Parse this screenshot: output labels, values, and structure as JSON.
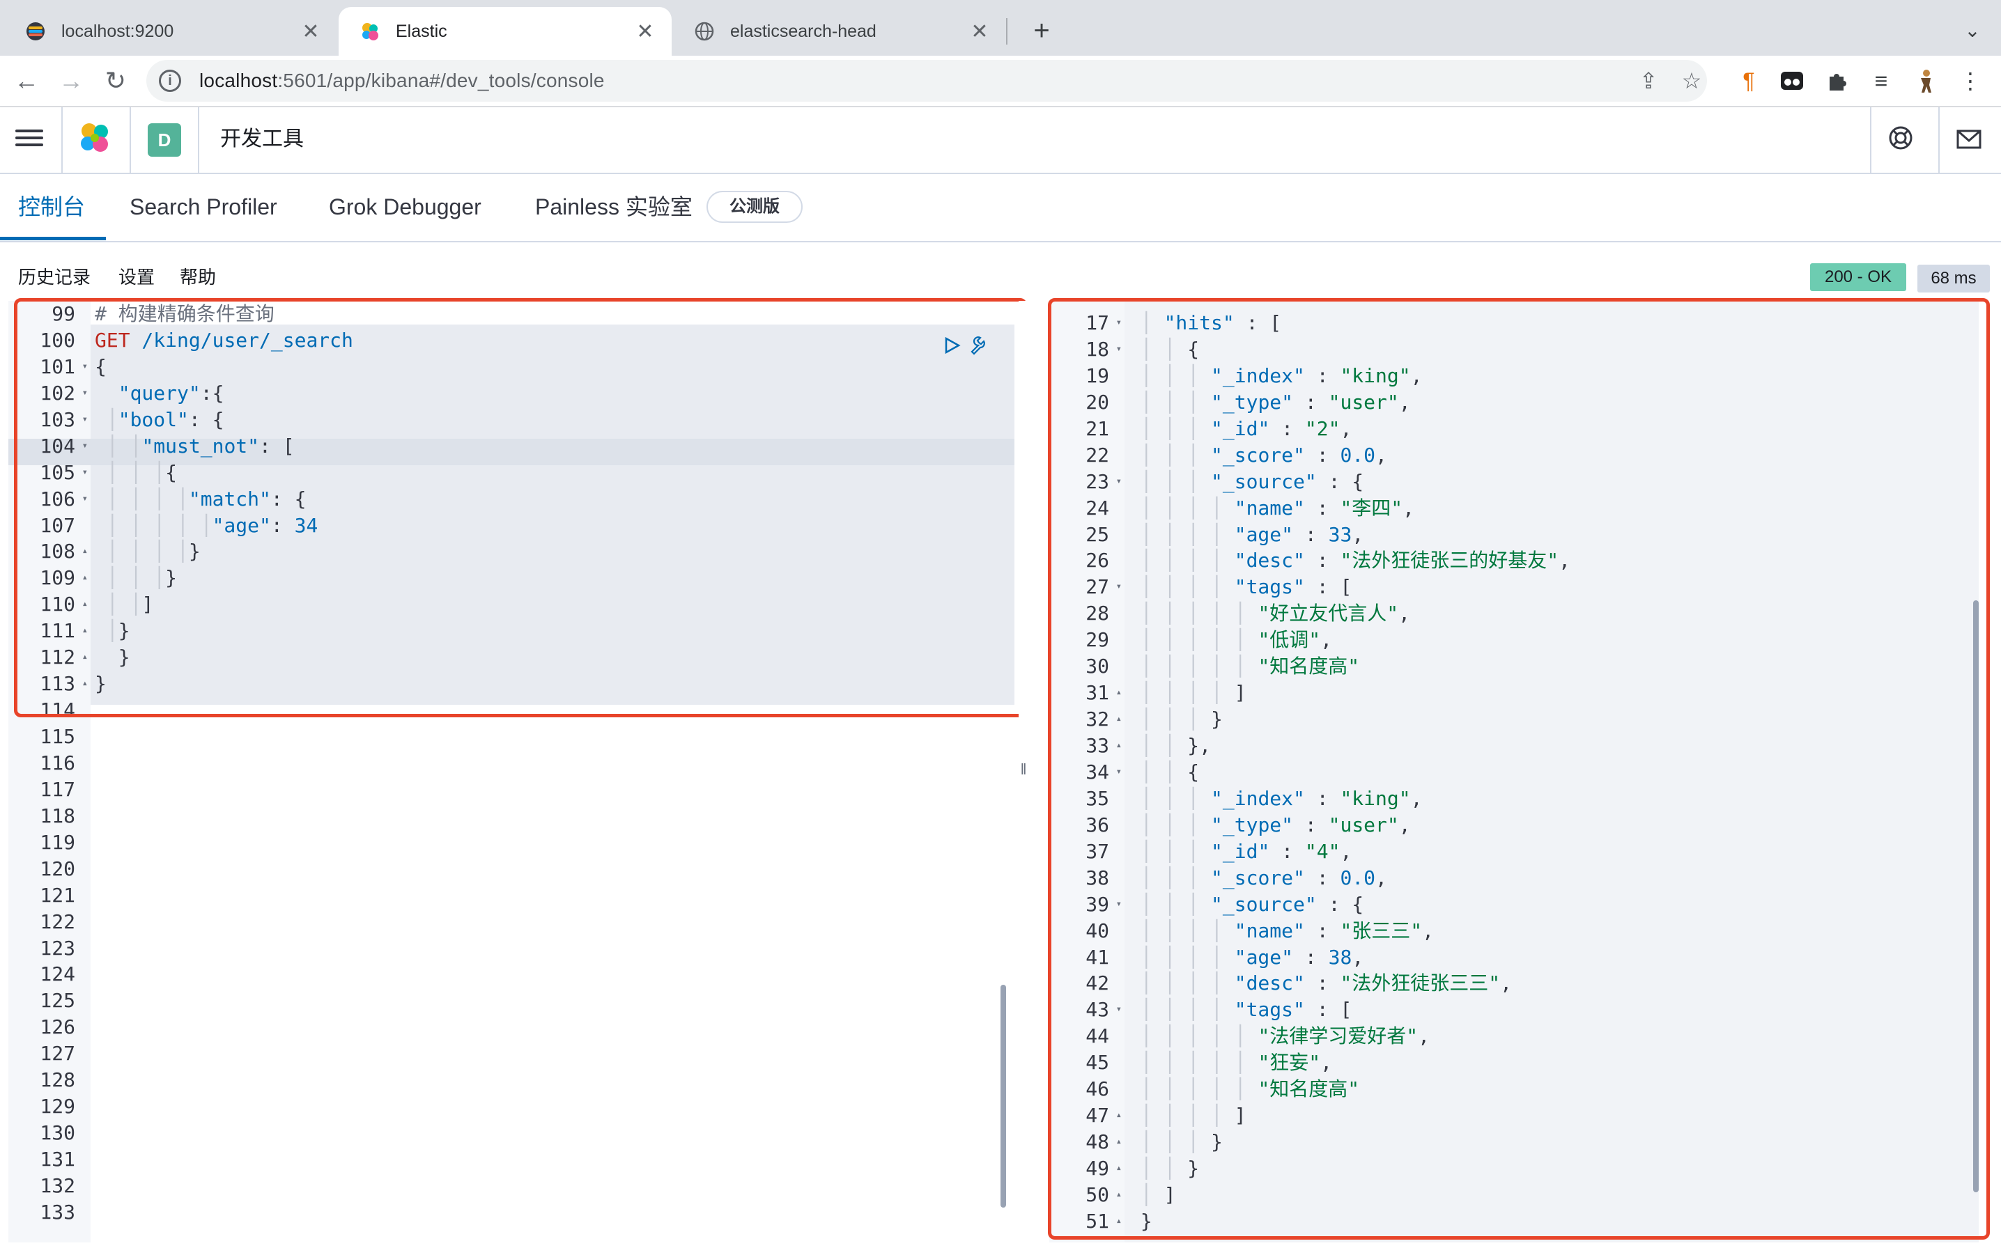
{
  "browser": {
    "tabs": [
      {
        "title": "localhost:9200",
        "favicon": "elastic-stack-icon"
      },
      {
        "title": "Elastic",
        "favicon": "elastic-logo-icon"
      },
      {
        "title": "elasticsearch-head",
        "favicon": "globe-icon"
      }
    ],
    "url_host": "localhost",
    "url_rest": ":5601/app/kibana#/dev_tools/console"
  },
  "header": {
    "space_initial": "D",
    "app_title": "开发工具"
  },
  "devtools_tabs": [
    {
      "label": "控制台"
    },
    {
      "label": "Search Profiler"
    },
    {
      "label": "Grok Debugger"
    },
    {
      "label": "Painless 实验室"
    }
  ],
  "beta_badge": "公测版",
  "console_menu": {
    "history": "历史记录",
    "settings": "设置",
    "help": "帮助"
  },
  "response_status": {
    "status": "200 - OK",
    "time": "68 ms"
  },
  "colors": {
    "accent": "#006bb4",
    "highlight_border": "#e8442a",
    "status_ok": "#6dccb1"
  },
  "request_editor": {
    "line_start": 99,
    "line_end": 133,
    "lines": [
      {
        "n": "99",
        "fold": "",
        "guides": "",
        "tokens": [
          [
            "c",
            "# 构建精确条件查询"
          ]
        ]
      },
      {
        "n": "100",
        "fold": "",
        "guides": "",
        "tokens": [
          [
            "m",
            "GET"
          ],
          [
            "k",
            " /king/user/_search"
          ]
        ]
      },
      {
        "n": "101",
        "fold": "▾",
        "guides": "",
        "tokens": [
          [
            "p",
            "{"
          ]
        ]
      },
      {
        "n": "102",
        "fold": "▾",
        "guides": "  ",
        "tokens": [
          [
            "k",
            "\"query\""
          ],
          [
            "p",
            ":{"
          ]
        ]
      },
      {
        "n": "103",
        "fold": "▾",
        "guides": " │",
        "tokens": [
          [
            "k",
            "\"bool\""
          ],
          [
            "p",
            ": {"
          ]
        ]
      },
      {
        "n": "104",
        "fold": "▾",
        "guides": " │ │",
        "tokens": [
          [
            "k",
            "\"must_not\""
          ],
          [
            "p",
            ": ["
          ]
        ]
      },
      {
        "n": "105",
        "fold": "▾",
        "guides": " │ │ │",
        "tokens": [
          [
            "p",
            "{"
          ]
        ]
      },
      {
        "n": "106",
        "fold": "▾",
        "guides": " │ │ │ │",
        "tokens": [
          [
            "k",
            "\"match\""
          ],
          [
            "p",
            ": {"
          ]
        ]
      },
      {
        "n": "107",
        "fold": "",
        "guides": " │ │ │ │ │",
        "tokens": [
          [
            "k",
            "\"age\""
          ],
          [
            "p",
            ": "
          ],
          [
            "n",
            "34"
          ]
        ]
      },
      {
        "n": "108",
        "fold": "▴",
        "guides": " │ │ │ │",
        "tokens": [
          [
            "p",
            "}"
          ]
        ]
      },
      {
        "n": "109",
        "fold": "▴",
        "guides": " │ │ │",
        "tokens": [
          [
            "p",
            "}"
          ]
        ]
      },
      {
        "n": "110",
        "fold": "▴",
        "guides": " │ │",
        "tokens": [
          [
            "p",
            "]"
          ]
        ]
      },
      {
        "n": "111",
        "fold": "▴",
        "guides": " │",
        "tokens": [
          [
            "p",
            "}"
          ]
        ]
      },
      {
        "n": "112",
        "fold": "▴",
        "guides": "  ",
        "tokens": [
          [
            "p",
            "}"
          ]
        ]
      },
      {
        "n": "113",
        "fold": "▴",
        "guides": "",
        "tokens": [
          [
            "p",
            "}"
          ]
        ]
      },
      {
        "n": "114",
        "fold": "",
        "guides": "",
        "tokens": []
      },
      {
        "n": "115",
        "fold": "",
        "guides": "",
        "tokens": []
      },
      {
        "n": "116",
        "fold": "",
        "guides": "",
        "tokens": []
      },
      {
        "n": "117",
        "fold": "",
        "guides": "",
        "tokens": []
      },
      {
        "n": "118",
        "fold": "",
        "guides": "",
        "tokens": []
      },
      {
        "n": "119",
        "fold": "",
        "guides": "",
        "tokens": []
      },
      {
        "n": "120",
        "fold": "",
        "guides": "",
        "tokens": []
      },
      {
        "n": "121",
        "fold": "",
        "guides": "",
        "tokens": []
      },
      {
        "n": "122",
        "fold": "",
        "guides": "",
        "tokens": []
      },
      {
        "n": "123",
        "fold": "",
        "guides": "",
        "tokens": []
      },
      {
        "n": "124",
        "fold": "",
        "guides": "",
        "tokens": []
      },
      {
        "n": "125",
        "fold": "",
        "guides": "",
        "tokens": []
      },
      {
        "n": "126",
        "fold": "",
        "guides": "",
        "tokens": []
      },
      {
        "n": "127",
        "fold": "",
        "guides": "",
        "tokens": []
      },
      {
        "n": "128",
        "fold": "",
        "guides": "",
        "tokens": []
      },
      {
        "n": "129",
        "fold": "",
        "guides": "",
        "tokens": []
      },
      {
        "n": "130",
        "fold": "",
        "guides": "",
        "tokens": []
      },
      {
        "n": "131",
        "fold": "",
        "guides": "",
        "tokens": []
      },
      {
        "n": "132",
        "fold": "",
        "guides": "",
        "tokens": []
      },
      {
        "n": "133",
        "fold": "",
        "guides": "",
        "tokens": []
      }
    ]
  },
  "response_editor": {
    "lines": [
      {
        "n": "17",
        "fold": "▾",
        "guides": " │ ",
        "tokens": [
          [
            "k",
            "\"hits\""
          ],
          [
            "p",
            " : ["
          ]
        ]
      },
      {
        "n": "18",
        "fold": "▾",
        "guides": " │ │ ",
        "tokens": [
          [
            "p",
            "{"
          ]
        ]
      },
      {
        "n": "19",
        "fold": "",
        "guides": " │ │ │ ",
        "tokens": [
          [
            "k",
            "\"_index\""
          ],
          [
            "p",
            " : "
          ],
          [
            "s",
            "\"king\""
          ],
          [
            "p",
            ","
          ]
        ]
      },
      {
        "n": "20",
        "fold": "",
        "guides": " │ │ │ ",
        "tokens": [
          [
            "k",
            "\"_type\""
          ],
          [
            "p",
            " : "
          ],
          [
            "s",
            "\"user\""
          ],
          [
            "p",
            ","
          ]
        ]
      },
      {
        "n": "21",
        "fold": "",
        "guides": " │ │ │ ",
        "tokens": [
          [
            "k",
            "\"_id\""
          ],
          [
            "p",
            " : "
          ],
          [
            "s",
            "\"2\""
          ],
          [
            "p",
            ","
          ]
        ]
      },
      {
        "n": "22",
        "fold": "",
        "guides": " │ │ │ ",
        "tokens": [
          [
            "k",
            "\"_score\""
          ],
          [
            "p",
            " : "
          ],
          [
            "n",
            "0.0"
          ],
          [
            "p",
            ","
          ]
        ]
      },
      {
        "n": "23",
        "fold": "▾",
        "guides": " │ │ │ ",
        "tokens": [
          [
            "k",
            "\"_source\""
          ],
          [
            "p",
            " : {"
          ]
        ]
      },
      {
        "n": "24",
        "fold": "",
        "guides": " │ │ │ │ ",
        "tokens": [
          [
            "k",
            "\"name\""
          ],
          [
            "p",
            " : "
          ],
          [
            "s",
            "\"李四\""
          ],
          [
            "p",
            ","
          ]
        ]
      },
      {
        "n": "25",
        "fold": "",
        "guides": " │ │ │ │ ",
        "tokens": [
          [
            "k",
            "\"age\""
          ],
          [
            "p",
            " : "
          ],
          [
            "n",
            "33"
          ],
          [
            "p",
            ","
          ]
        ]
      },
      {
        "n": "26",
        "fold": "",
        "guides": " │ │ │ │ ",
        "tokens": [
          [
            "k",
            "\"desc\""
          ],
          [
            "p",
            " : "
          ],
          [
            "s",
            "\"法外狂徒张三的好基友\""
          ],
          [
            "p",
            ","
          ]
        ]
      },
      {
        "n": "27",
        "fold": "▾",
        "guides": " │ │ │ │ ",
        "tokens": [
          [
            "k",
            "\"tags\""
          ],
          [
            "p",
            " : ["
          ]
        ]
      },
      {
        "n": "28",
        "fold": "",
        "guides": " │ │ │ │ │ ",
        "tokens": [
          [
            "s",
            "\"好立友代言人\""
          ],
          [
            "p",
            ","
          ]
        ]
      },
      {
        "n": "29",
        "fold": "",
        "guides": " │ │ │ │ │ ",
        "tokens": [
          [
            "s",
            "\"低调\""
          ],
          [
            "p",
            ","
          ]
        ]
      },
      {
        "n": "30",
        "fold": "",
        "guides": " │ │ │ │ │ ",
        "tokens": [
          [
            "s",
            "\"知名度高\""
          ]
        ]
      },
      {
        "n": "31",
        "fold": "▴",
        "guides": " │ │ │ │ ",
        "tokens": [
          [
            "p",
            "]"
          ]
        ]
      },
      {
        "n": "32",
        "fold": "▴",
        "guides": " │ │ │ ",
        "tokens": [
          [
            "p",
            "}"
          ]
        ]
      },
      {
        "n": "33",
        "fold": "▴",
        "guides": " │ │ ",
        "tokens": [
          [
            "p",
            "},"
          ]
        ]
      },
      {
        "n": "34",
        "fold": "▾",
        "guides": " │ │ ",
        "tokens": [
          [
            "p",
            "{"
          ]
        ]
      },
      {
        "n": "35",
        "fold": "",
        "guides": " │ │ │ ",
        "tokens": [
          [
            "k",
            "\"_index\""
          ],
          [
            "p",
            " : "
          ],
          [
            "s",
            "\"king\""
          ],
          [
            "p",
            ","
          ]
        ]
      },
      {
        "n": "36",
        "fold": "",
        "guides": " │ │ │ ",
        "tokens": [
          [
            "k",
            "\"_type\""
          ],
          [
            "p",
            " : "
          ],
          [
            "s",
            "\"user\""
          ],
          [
            "p",
            ","
          ]
        ]
      },
      {
        "n": "37",
        "fold": "",
        "guides": " │ │ │ ",
        "tokens": [
          [
            "k",
            "\"_id\""
          ],
          [
            "p",
            " : "
          ],
          [
            "s",
            "\"4\""
          ],
          [
            "p",
            ","
          ]
        ]
      },
      {
        "n": "38",
        "fold": "",
        "guides": " │ │ │ ",
        "tokens": [
          [
            "k",
            "\"_score\""
          ],
          [
            "p",
            " : "
          ],
          [
            "n",
            "0.0"
          ],
          [
            "p",
            ","
          ]
        ]
      },
      {
        "n": "39",
        "fold": "▾",
        "guides": " │ │ │ ",
        "tokens": [
          [
            "k",
            "\"_source\""
          ],
          [
            "p",
            " : {"
          ]
        ]
      },
      {
        "n": "40",
        "fold": "",
        "guides": " │ │ │ │ ",
        "tokens": [
          [
            "k",
            "\"name\""
          ],
          [
            "p",
            " : "
          ],
          [
            "s",
            "\"张三三\""
          ],
          [
            "p",
            ","
          ]
        ]
      },
      {
        "n": "41",
        "fold": "",
        "guides": " │ │ │ │ ",
        "tokens": [
          [
            "k",
            "\"age\""
          ],
          [
            "p",
            " : "
          ],
          [
            "n",
            "38"
          ],
          [
            "p",
            ","
          ]
        ]
      },
      {
        "n": "42",
        "fold": "",
        "guides": " │ │ │ │ ",
        "tokens": [
          [
            "k",
            "\"desc\""
          ],
          [
            "p",
            " : "
          ],
          [
            "s",
            "\"法外狂徒张三三\""
          ],
          [
            "p",
            ","
          ]
        ]
      },
      {
        "n": "43",
        "fold": "▾",
        "guides": " │ │ │ │ ",
        "tokens": [
          [
            "k",
            "\"tags\""
          ],
          [
            "p",
            " : ["
          ]
        ]
      },
      {
        "n": "44",
        "fold": "",
        "guides": " │ │ │ │ │ ",
        "tokens": [
          [
            "s",
            "\"法律学习爱好者\""
          ],
          [
            "p",
            ","
          ]
        ]
      },
      {
        "n": "45",
        "fold": "",
        "guides": " │ │ │ │ │ ",
        "tokens": [
          [
            "s",
            "\"狂妄\""
          ],
          [
            "p",
            ","
          ]
        ]
      },
      {
        "n": "46",
        "fold": "",
        "guides": " │ │ │ │ │ ",
        "tokens": [
          [
            "s",
            "\"知名度高\""
          ]
        ]
      },
      {
        "n": "47",
        "fold": "▴",
        "guides": " │ │ │ │ ",
        "tokens": [
          [
            "p",
            "]"
          ]
        ]
      },
      {
        "n": "48",
        "fold": "▴",
        "guides": " │ │ │ ",
        "tokens": [
          [
            "p",
            "}"
          ]
        ]
      },
      {
        "n": "49",
        "fold": "▴",
        "guides": " │ │ ",
        "tokens": [
          [
            "p",
            "}"
          ]
        ]
      },
      {
        "n": "50",
        "fold": "▴",
        "guides": " │ ",
        "tokens": [
          [
            "p",
            "]"
          ]
        ]
      },
      {
        "n": "51",
        "fold": "▴",
        "guides": " ",
        "tokens": [
          [
            "p",
            "}"
          ]
        ]
      }
    ]
  }
}
